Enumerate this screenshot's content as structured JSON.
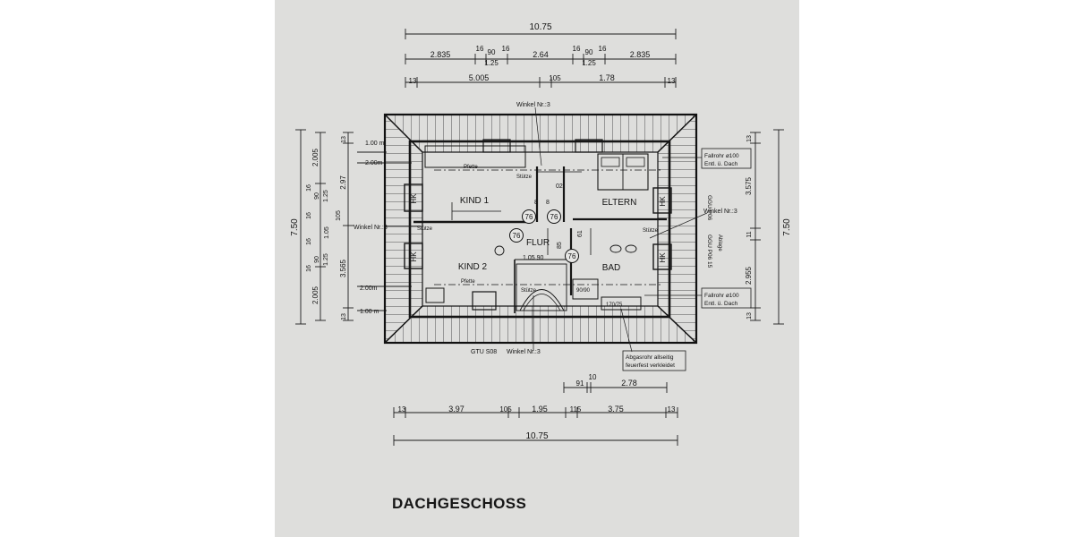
{
  "plan": {
    "title": "DACHGESCHOSS",
    "rooms": {
      "kind1": "KIND 1",
      "kind2": "KIND 2",
      "eltern": "ELTERN",
      "flur": "FLUR",
      "bad": "BAD",
      "hk": "HK"
    },
    "dims_top": {
      "overall": "10.75",
      "row2": [
        "2.835",
        "16",
        "90",
        "16",
        "1.25",
        "2.64",
        "16",
        "90",
        "16",
        "1.25",
        "2.835"
      ],
      "row3": [
        "13",
        "5.005",
        "105",
        "1.78",
        "13"
      ]
    },
    "dims_left": {
      "overall": "7.50",
      "heights": [
        "1.00 m",
        "2.00m",
        "2.00m",
        "1.00 m"
      ],
      "segments": [
        "2.005",
        "2.97",
        "16",
        "90",
        "1.25",
        "16",
        "105",
        "1.05",
        "16",
        "90",
        "1.25",
        "16",
        "3.565",
        "2.005",
        "13",
        "13"
      ]
    },
    "dims_right": {
      "overall": "7.50",
      "segments": [
        "3.575",
        "11",
        "2.955",
        "13",
        "13"
      ]
    },
    "dims_bottom": {
      "row1": [
        "91",
        "10",
        "2.78"
      ],
      "row2": [
        "13",
        "3.97",
        "105",
        "1.95",
        "115",
        "3.75",
        "13"
      ],
      "overall": "10.75"
    },
    "annotations": {
      "winkel_top": "Winkel Nr.:3",
      "winkel_left": "Winkel Nr.:3",
      "winkel_right": "Winkel Nr.:3",
      "winkel_bottom": "Winkel Nr.:3",
      "pfette_top": "Pfette",
      "pfette_bottom": "Pfette",
      "stuetze": "Stütze",
      "stuetze_mid": "Stütze",
      "stuetze_right": "Stütze",
      "stuetze_bottom": "Stütze",
      "fallrohr_top_1": "Fallrohr ø100",
      "fallrohr_top_2": "Entl. ü. Dach",
      "fallrohr_bottom_1": "Fallrohr ø100",
      "fallrohr_bottom_2": "Entl. ü. Dach",
      "ggu_top": "GGU P06",
      "ggu_bottom": "GGU P06 15",
      "abluefe": "Ablage",
      "gtu": "GTU S08",
      "abgas_1": "Abgasrohr allseitig",
      "abgas_2": "feuerfest verkleidet",
      "bath_tub": "170/75",
      "shower": "90/90",
      "val_02": "02",
      "val_8a": "8",
      "val_8b": "8",
      "val_61": "61",
      "val_105_90": "1.05  90",
      "val_f5": "85"
    },
    "circles": [
      "76",
      "76",
      "76",
      "76"
    ]
  }
}
